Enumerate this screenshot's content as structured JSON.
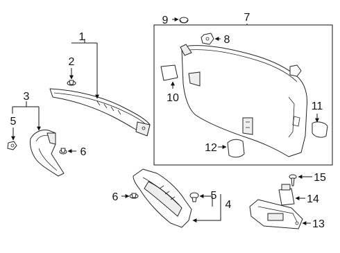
{
  "diagram": {
    "callouts": [
      {
        "id": "c1",
        "label": "1"
      },
      {
        "id": "c2",
        "label": "2"
      },
      {
        "id": "c3",
        "label": "3"
      },
      {
        "id": "c4",
        "label": "4"
      },
      {
        "id": "c5a",
        "label": "5"
      },
      {
        "id": "c5b",
        "label": "5"
      },
      {
        "id": "c6a",
        "label": "6"
      },
      {
        "id": "c6b",
        "label": "6"
      },
      {
        "id": "c7",
        "label": "7"
      },
      {
        "id": "c8",
        "label": "8"
      },
      {
        "id": "c9",
        "label": "9"
      },
      {
        "id": "c10",
        "label": "10"
      },
      {
        "id": "c11",
        "label": "11"
      },
      {
        "id": "c12",
        "label": "12"
      },
      {
        "id": "c13",
        "label": "13"
      },
      {
        "id": "c14",
        "label": "14"
      },
      {
        "id": "c15",
        "label": "15"
      }
    ]
  }
}
